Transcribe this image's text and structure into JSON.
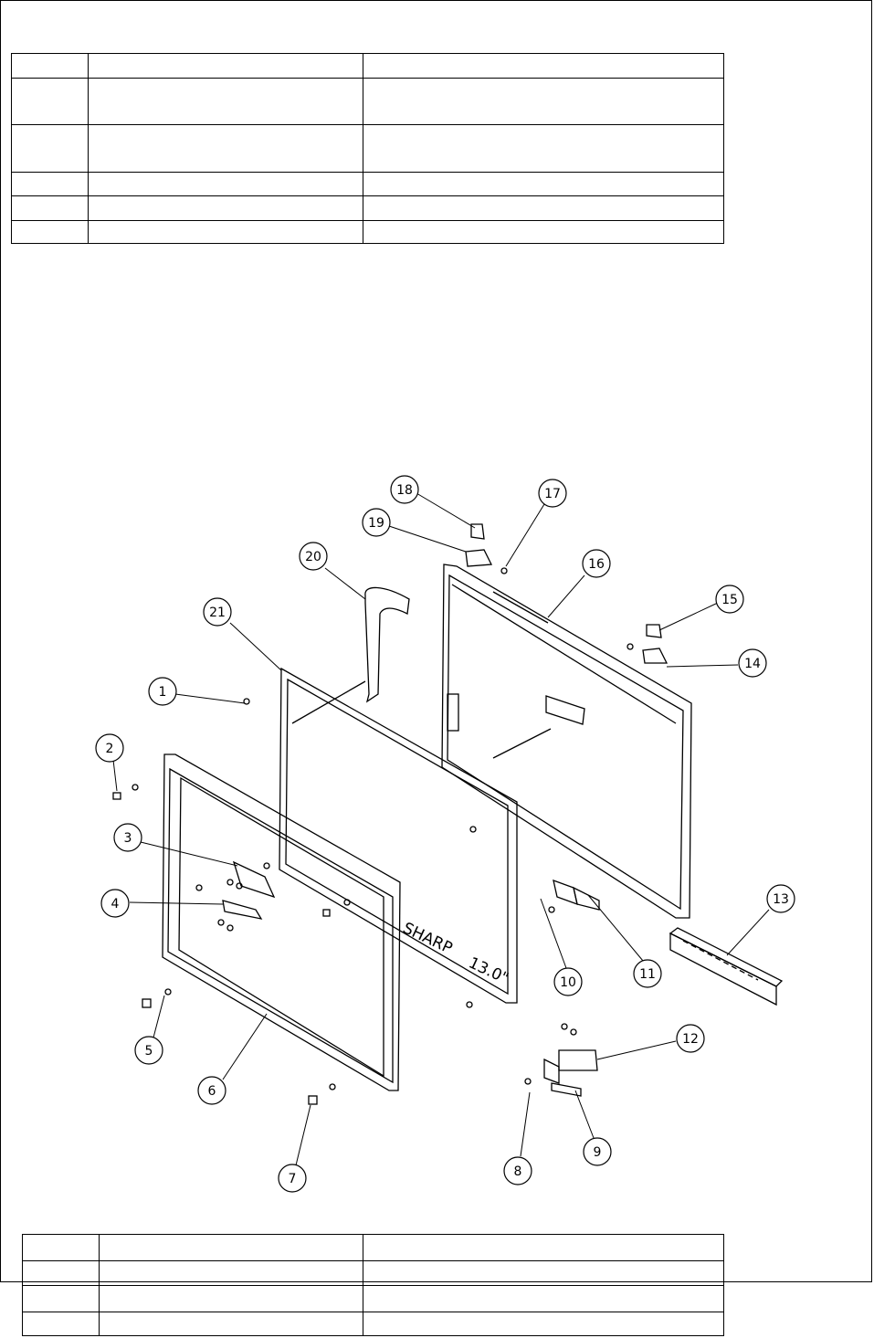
{
  "callouts": [
    "1",
    "2",
    "3",
    "4",
    "5",
    "6",
    "7",
    "8",
    "9",
    "10",
    "11",
    "12",
    "13",
    "14",
    "15",
    "16",
    "17",
    "18",
    "19",
    "20",
    "21"
  ],
  "panel_brand": "SHARP",
  "panel_size": "13.0\"",
  "top_table": {
    "rows": 6,
    "cols": 3
  },
  "bottom_table": {
    "rows": 4,
    "cols": 3
  }
}
